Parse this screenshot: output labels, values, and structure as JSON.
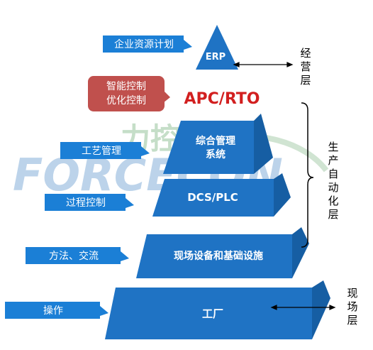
{
  "watermark": {
    "brand_text": "FORCECON",
    "logo_text": "力控元海"
  },
  "pyramid": {
    "levels": [
      {
        "key": "erp",
        "label": "ERP"
      },
      {
        "key": "apc",
        "label": "APC/RTO"
      },
      {
        "key": "mes",
        "label_lines": [
          "综合管理",
          "系统"
        ]
      },
      {
        "key": "dcs",
        "label": "DCS/PLC"
      },
      {
        "key": "field",
        "label": "现场设备和基础设施"
      },
      {
        "key": "plant",
        "label": "工厂"
      }
    ]
  },
  "left_tags": [
    {
      "key": "erp",
      "label": "企业资源计划"
    },
    {
      "key": "apc",
      "lines": [
        "智能控制",
        "优化控制"
      ]
    },
    {
      "key": "craft",
      "label": "工艺管理"
    },
    {
      "key": "process",
      "label": "过程控制"
    },
    {
      "key": "method",
      "label": "方法、交流"
    },
    {
      "key": "operate",
      "label": "操作"
    }
  ],
  "right_labels": {
    "management": "经营层",
    "automation": "生产自动化层",
    "field": "现场层"
  },
  "colors": {
    "pyramid_blue": "#1f73c4",
    "tag_blue": "#1b7fd6",
    "red_tag": "#c0504d",
    "apc_text": "#d21f1f"
  }
}
